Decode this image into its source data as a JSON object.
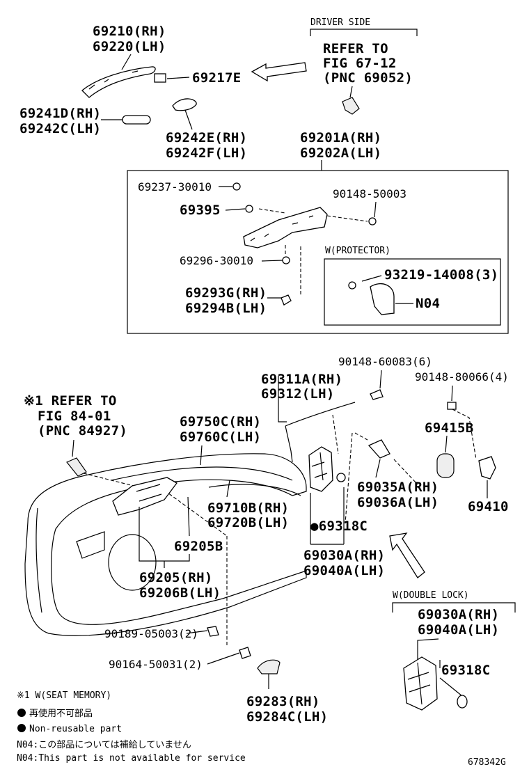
{
  "labels": {
    "driver_side": "DRIVER SIDE",
    "refer1_l1": "REFER TO",
    "refer1_l2": "FIG 67-12",
    "refer1_l3": "(PNC 69052)",
    "p69210": "69210(RH)",
    "p69220": "69220(LH)",
    "p69217E": "69217E",
    "p69241D": "69241D(RH)",
    "p69242C": "69242C(LH)",
    "p69242E": "69242E(RH)",
    "p69242F": "69242F(LH)",
    "p69201A": "69201A(RH)",
    "p69202A": "69202A(LH)",
    "p69237": "69237-30010",
    "p90148_50003": "90148-50003",
    "p69395": "69395",
    "p69296": "69296-30010",
    "w_protector": "W(PROTECTOR)",
    "p93219": "93219-14008(3)",
    "n04": "N04",
    "p69293G": "69293G(RH)",
    "p69294B": "69294B(LH)",
    "p90148_60083": "90148-60083(6)",
    "p69311A": "69311A(RH)",
    "p69312": "69312(LH)",
    "p90148_80066": "90148-80066(4)",
    "refer2_l1": "※1 REFER TO",
    "refer2_l2": "FIG 84-01",
    "refer2_l3": "(PNC 84927)",
    "p69750C": "69750C(RH)",
    "p69760C": "69760C(LH)",
    "p69415B": "69415B",
    "p69035A": "69035A(RH)",
    "p69036A": "69036A(LH)",
    "p69410": "69410",
    "p69710B": "69710B(RH)",
    "p69720B": "69720B(LH)",
    "p69318C": "●69318C",
    "p69205B": "69205B",
    "p69030A": "69030A(RH)",
    "p69040A": "69040A(LH)",
    "p69205": "69205(RH)",
    "p69206B": "69206B(LH)",
    "w_double_lock": "W(DOUBLE LOCK)",
    "dl_69030A": "69030A(RH)",
    "dl_69040A": "69040A(LH)",
    "dl_69318C": "69318C",
    "p90189": "90189-05003(2)",
    "p90164": "90164-50031(2)",
    "p69283": "69283(RH)",
    "p69284C": "69284C(LH)"
  },
  "notes": {
    "seat_memory": "※1 W(SEAT MEMORY)",
    "reuse_jp": "再使用不可部品",
    "reuse_en": "Non-reusable part",
    "n04_jp": "N04:この部品については補給していません",
    "n04_en": "N04:This part is not available for service"
  },
  "diagram_id": "678342G"
}
